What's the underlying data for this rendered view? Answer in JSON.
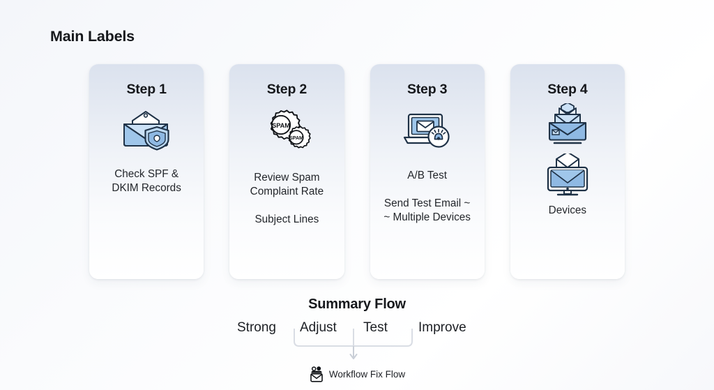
{
  "page": {
    "title": "Main Labels"
  },
  "cards": [
    {
      "title": "Step 1",
      "icons": [
        "envelope-shield-icon"
      ],
      "lines": [
        "Check SPF &\nDKIM Records"
      ]
    },
    {
      "title": "Step 2",
      "icons": [
        "spam-badges-icon"
      ],
      "badge_text": "SPAM",
      "lines": [
        "Review Spam\nComplaint Rate",
        "Subject Lines"
      ]
    },
    {
      "title": "Step 3",
      "icons": [
        "laptop-email-preview-icon"
      ],
      "lines": [
        "A/B Test",
        "Send Test Email ~\n~ Multiple Devices"
      ]
    },
    {
      "title": "Step 4",
      "icons": [
        "stacked-envelopes-icon",
        "monitor-envelope-icon"
      ],
      "lines": [
        "Devices"
      ]
    }
  ],
  "summary": {
    "title": "Summary Flow",
    "words": [
      "Strong",
      "Adjust",
      "Test",
      "Improve"
    ],
    "workflow_tag": {
      "icon": "group-envelope-icon",
      "label": "Workflow Fix Flow"
    }
  },
  "colors": {
    "background_top": "#f4f6fa",
    "card_gradient_top": "#dbe2ee",
    "card_gradient_bottom": "#ffffff",
    "icon_fill_light": "#bdd7f0",
    "icon_fill_mid": "#8fb9e3",
    "icon_stroke": "#1f3247",
    "text_primary": "#16181c",
    "text_body": "#23262b"
  }
}
